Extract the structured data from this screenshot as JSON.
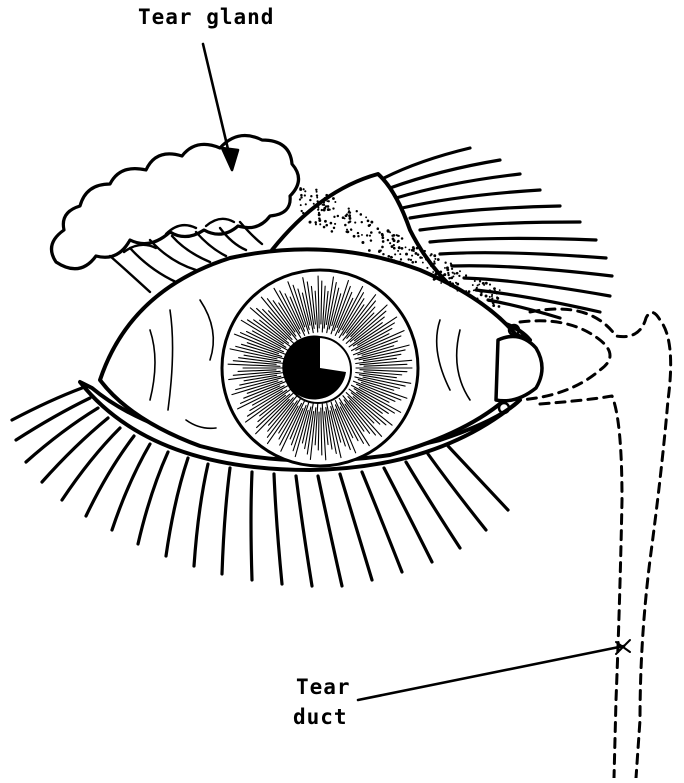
{
  "labels": {
    "tear_gland": "Tear gland",
    "tear_duct_line1": "Tear",
    "tear_duct_line2": "duct"
  },
  "colors": {
    "ink": "#000000",
    "paper": "#ffffff"
  }
}
